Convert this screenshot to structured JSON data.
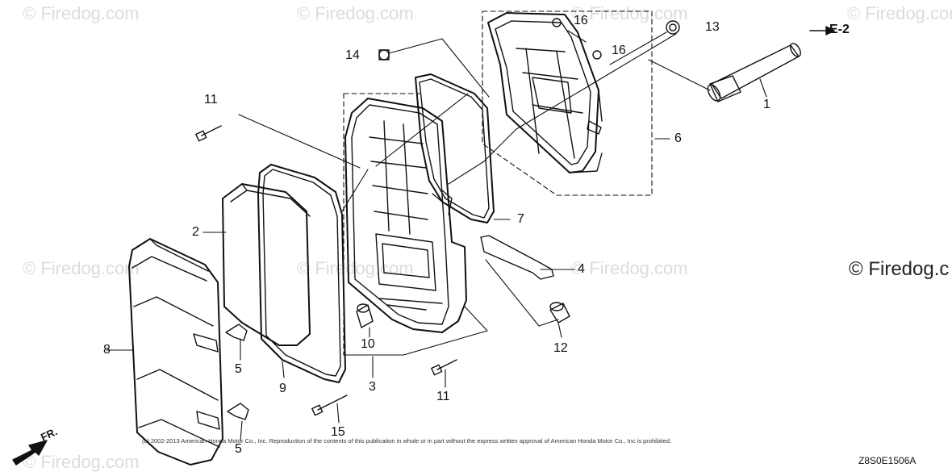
{
  "watermarks": [
    "© Firedog.com",
    "© Firedog.com",
    "© Firedog.com",
    "© Firedog.com",
    "© Firedog.com",
    "© Firedog.com",
    "© Firedog.com",
    "© Firedog.com"
  ],
  "watermark_strong": "© Firedog.c",
  "callouts": {
    "p1": "1",
    "p2": "2",
    "p3": "3",
    "p4": "4",
    "p5a": "5",
    "p5b": "5",
    "p6": "6",
    "p7": "7",
    "p8": "8",
    "p9": "9",
    "p10": "10",
    "p11a": "11",
    "p11b": "11",
    "p12": "12",
    "p13": "13",
    "p14": "14",
    "p15": "15",
    "p16a": "16",
    "p16b": "16"
  },
  "reference": "E-2",
  "direction_label": "FR.",
  "copyright": "(c) 2002-2013 American Honda Motor Co., Inc. Reproduction of the contents of this publication in whole or in part without the express written approval of American Honda Motor Co., Inc is prohibited.",
  "diagram_code": "Z8S0E1506A",
  "colors": {
    "line": "#111111",
    "watermark": "#dcdcdc",
    "background": "#ffffff"
  }
}
